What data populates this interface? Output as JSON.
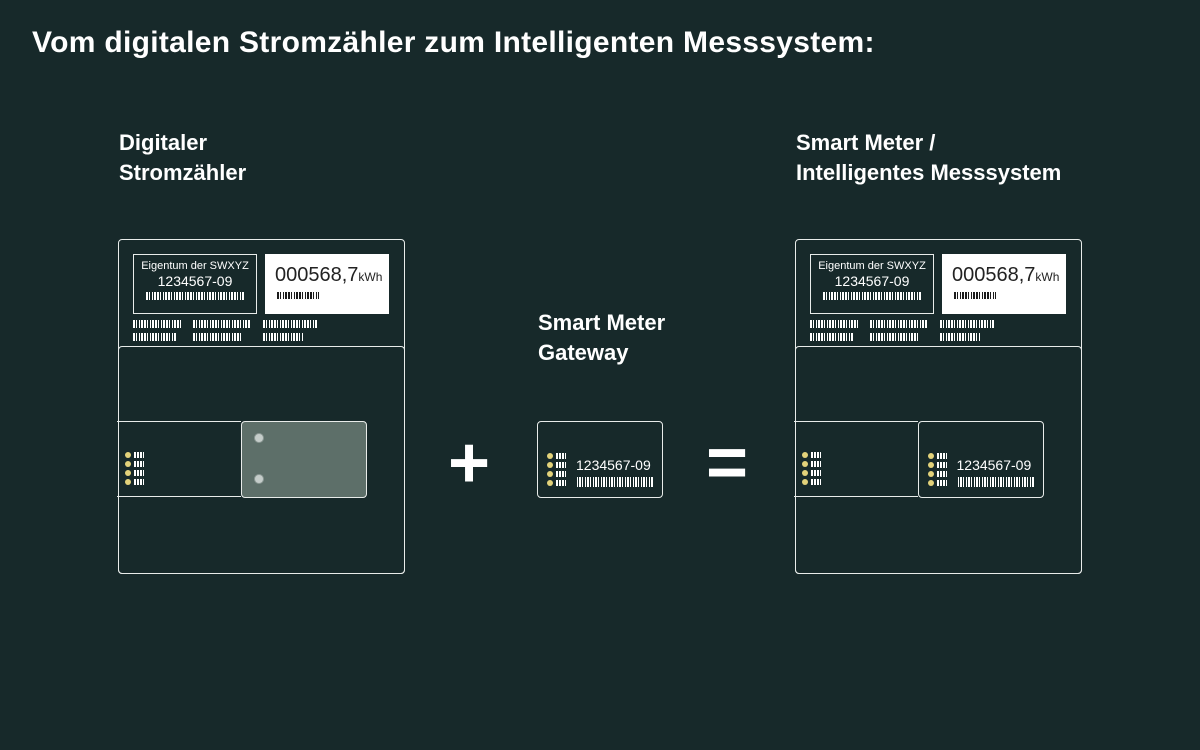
{
  "title": "Vom digitalen Stromzähler zum Intelligenten Messsystem:",
  "left": {
    "heading_line1": "Digitaler",
    "heading_line2": "Stromzähler",
    "owner": "Eigentum der SWXYZ",
    "serial": "1234567-09",
    "reading": "000568,7",
    "unit": "kWh"
  },
  "middle": {
    "heading_line1": "Smart Meter",
    "heading_line2": "Gateway",
    "serial": "1234567-09"
  },
  "right": {
    "heading_line1": "Smart Meter /",
    "heading_line2": "Intelligentes Messsystem",
    "owner": "Eigentum der SWXYZ",
    "serial": "1234567-09",
    "reading": "000568,7",
    "unit": "kWh",
    "module_serial": "1234567-09"
  },
  "operators": {
    "plus": "+",
    "equals": "="
  },
  "colors": {
    "background": "#17292a",
    "led": "#e3d27a",
    "slot": "#5d6f69"
  },
  "icons": [
    "plus-icon",
    "equals-icon",
    "led-indicator-icon",
    "screw-icon",
    "barcode-icon"
  ]
}
